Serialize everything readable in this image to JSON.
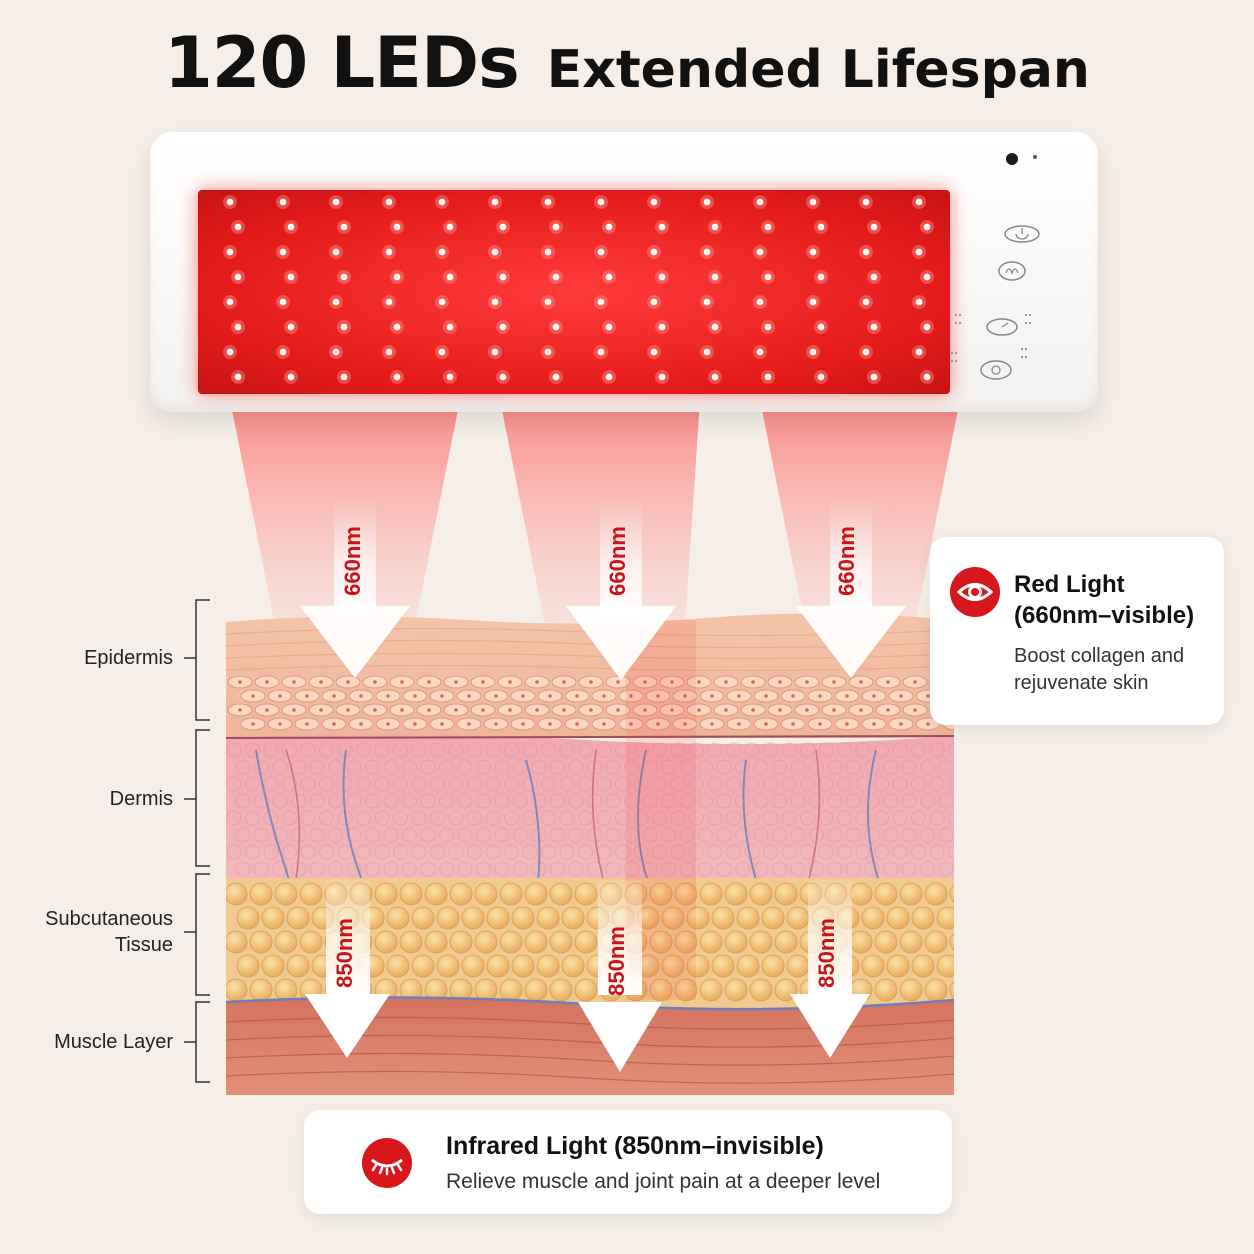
{
  "title": {
    "big": "120 LEDs",
    "small": "Extended Lifespan"
  },
  "wavelength_red": "660nm",
  "wavelength_ir": "850nm",
  "layers": [
    "Epidermis",
    "Dermis",
    "Subcutaneous\nTissue",
    "Muscle Layer"
  ],
  "red_card": {
    "icon": "eye-icon",
    "heading_line1": "Red Light",
    "heading_line2": "(660nm–visible)",
    "text": "Boost collagen and rejuvenate skin"
  },
  "ir_card": {
    "icon": "closed-eye-icon",
    "heading": "Infrared Light (850nm–invisible)",
    "text": "Relieve muscle and joint pain at a deeper level"
  },
  "colors": {
    "accent": "#d8161c",
    "led_panel": "#e41b1b",
    "background": "#f6efe9"
  }
}
